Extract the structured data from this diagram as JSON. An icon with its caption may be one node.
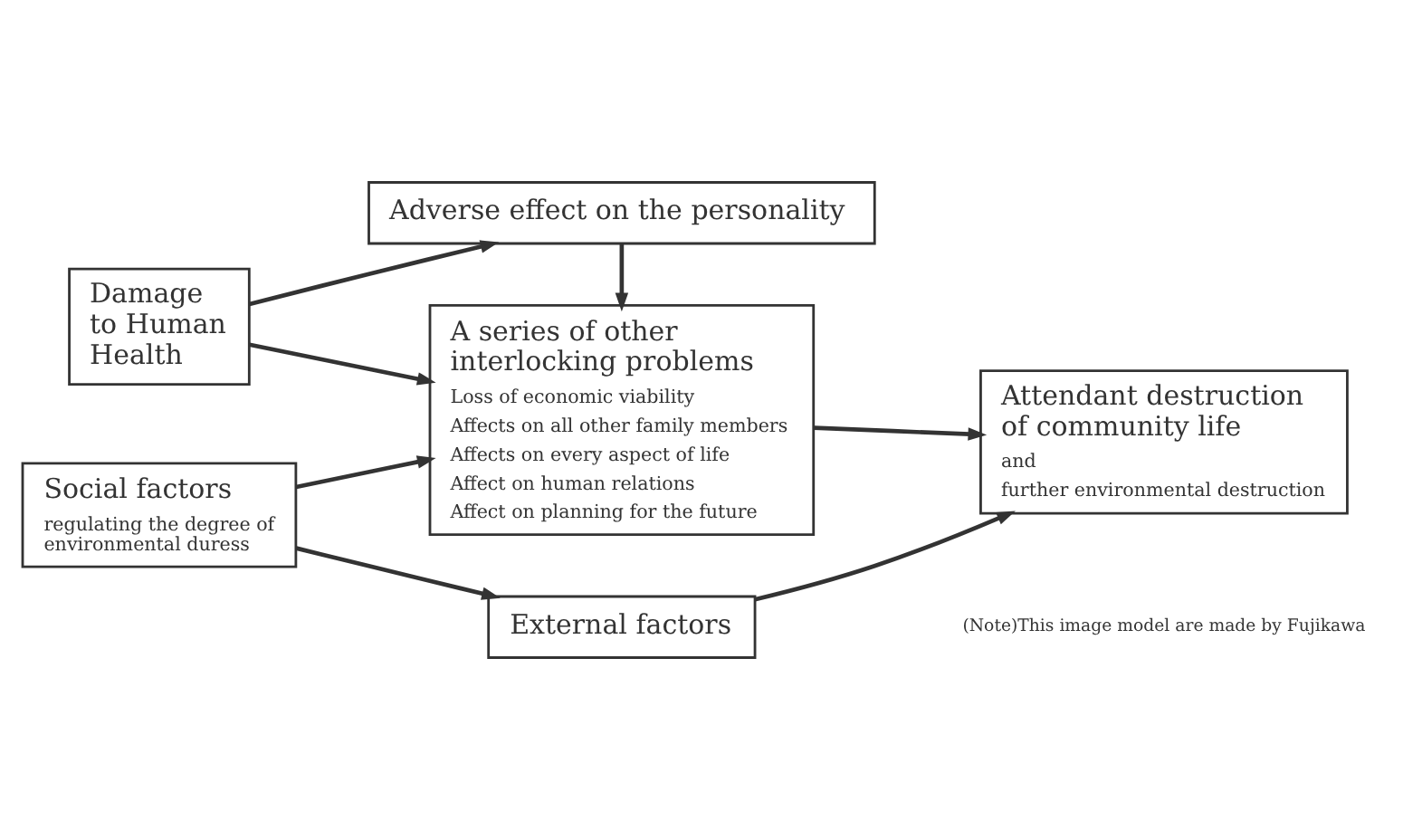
{
  "diagram": {
    "nodes": [
      {
        "text": [
          "Damage to Human Health"
        ]
      },
      {
        "text": [
          "Adverse effect on the personality"
        ]
      },
      {
        "text": [
          "A series of other interlocking problems",
          "Loss of economic viability",
          "Affects on all other family members",
          "Affects on every aspect of life",
          "Affect on human relations",
          "Affect on planning for the future"
        ]
      },
      {
        "text": [
          "Attendant destruction of community life",
          "and",
          "further environmental destruction"
        ]
      },
      {
        "text": [
          "Social factors",
          "regulating the degree of environmental duress"
        ]
      },
      {
        "text": [
          "External factors"
        ]
      }
    ],
    "edges": [
      {
        "from": 0,
        "to": 1,
        "arrow": "to"
      },
      {
        "from": 0,
        "to": 2,
        "arrow": "to"
      },
      {
        "from": 1,
        "to": 2,
        "arrow": "to"
      },
      {
        "from": 2,
        "to": 3,
        "arrow": "to"
      },
      {
        "from": 4,
        "to": 2,
        "arrow": "to"
      },
      {
        "from": 4,
        "to": 5,
        "arrow": "to"
      },
      {
        "from": 5,
        "to": 3,
        "arrow": "to"
      }
    ],
    "labels": [
      "(Note)This image model are made by Fujikawa"
    ]
  }
}
